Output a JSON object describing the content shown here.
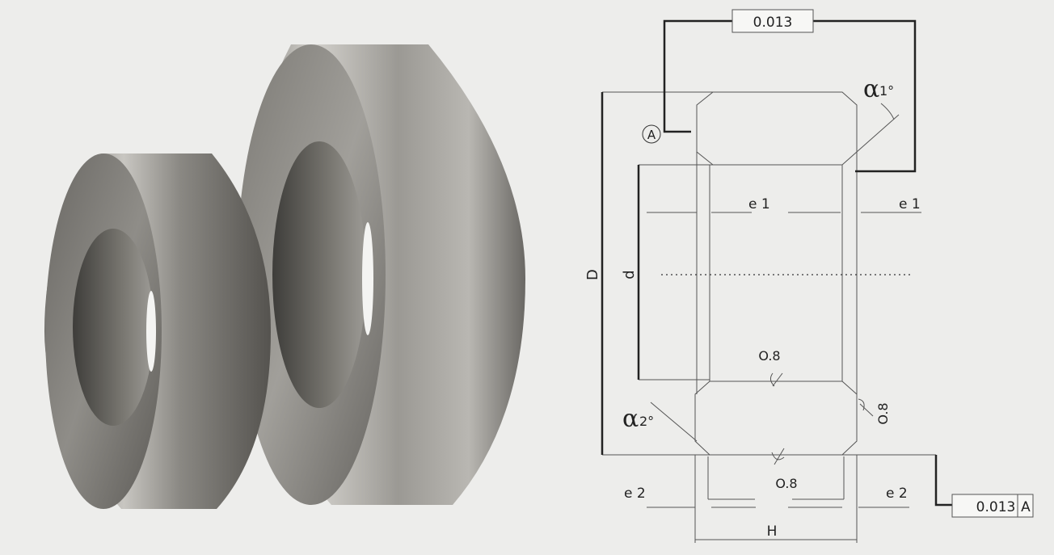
{
  "tolerances": {
    "top_box": "0.013",
    "bottom_box_value": "0.013",
    "bottom_box_datum": "A"
  },
  "datum_label": "A",
  "angles": {
    "alpha1_symbol": "α",
    "alpha1_suffix": "1°",
    "alpha2_symbol": "α",
    "alpha2_suffix": "2°"
  },
  "dimensions": {
    "outer_diameter": "D",
    "inner_diameter": "d",
    "height": "H",
    "edge1_left": "e 1",
    "edge1_right": "e 1",
    "edge2_left": "e 2",
    "edge2_right": "e 2",
    "radius_inner": "O.8",
    "radius_right": "O.8",
    "radius_bottom": "O.8"
  },
  "colors": {
    "background": "#ededeb",
    "line": "#333333",
    "metal_dark": "#5c5a56",
    "metal_light": "#c9c7c2"
  }
}
